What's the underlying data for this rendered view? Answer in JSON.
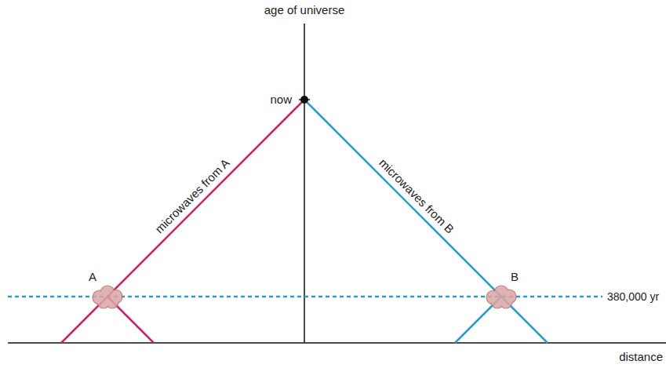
{
  "diagram": {
    "nodes": [
      {
        "text": [
          "A"
        ]
      },
      {
        "text": [
          "B"
        ]
      }
    ],
    "labels": [
      "age of universe",
      "now",
      "microwaves from A",
      "microwaves from B",
      "380,000 yr",
      "distance"
    ]
  }
}
